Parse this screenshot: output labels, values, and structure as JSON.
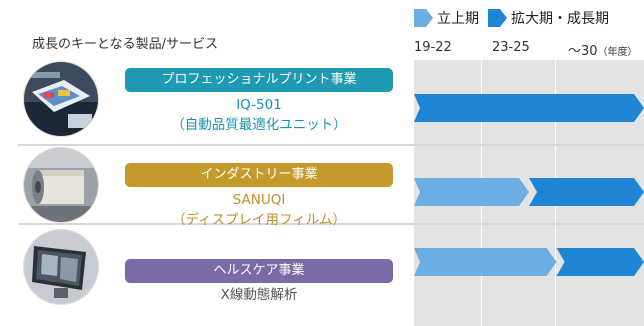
{
  "header": {
    "left_title": "成長のキーとなる製品/サービス",
    "legend": [
      {
        "label": "立上期",
        "color": "#6aaee3"
      },
      {
        "label": "拡大期・成長期",
        "color": "#1f86d6"
      }
    ],
    "periods": [
      "19-22",
      "23-25",
      "〜30"
    ],
    "period_unit": "（年度）"
  },
  "rows": [
    {
      "banner": "プロフェッショナルプリント事業",
      "banner_color": "#1e9ab2",
      "product_color": "#1a93b0",
      "product_lines": [
        "IQ-501",
        "（自動品質最適化ユニット）"
      ],
      "photo_icon": "printing-press-photo",
      "phases": [
        {
          "phase": "拡大期・成長期",
          "start": 0,
          "end": 1
        }
      ]
    },
    {
      "banner": "インダストリー事業",
      "banner_color": "#c49a2c",
      "product_color": "#bf902a",
      "product_lines": [
        "SANUQI",
        "（ディスプレイ用フィルム）"
      ],
      "photo_icon": "film-roll-photo",
      "phases": [
        {
          "phase": "立上期",
          "start": 0,
          "end": 0.5
        },
        {
          "phase": "拡大期・成長期",
          "start": 0.5,
          "end": 1
        }
      ]
    },
    {
      "banner": "ヘルスケア事業",
      "banner_color": "#7c6aa6",
      "product_color": "#555555",
      "product_lines": [
        "X線動態解析"
      ],
      "photo_icon": "xray-monitor-photo",
      "phases": [
        {
          "phase": "立上期",
          "start": 0,
          "end": 0.62
        },
        {
          "phase": "拡大期・成長期",
          "start": 0.62,
          "end": 1
        }
      ]
    }
  ]
}
